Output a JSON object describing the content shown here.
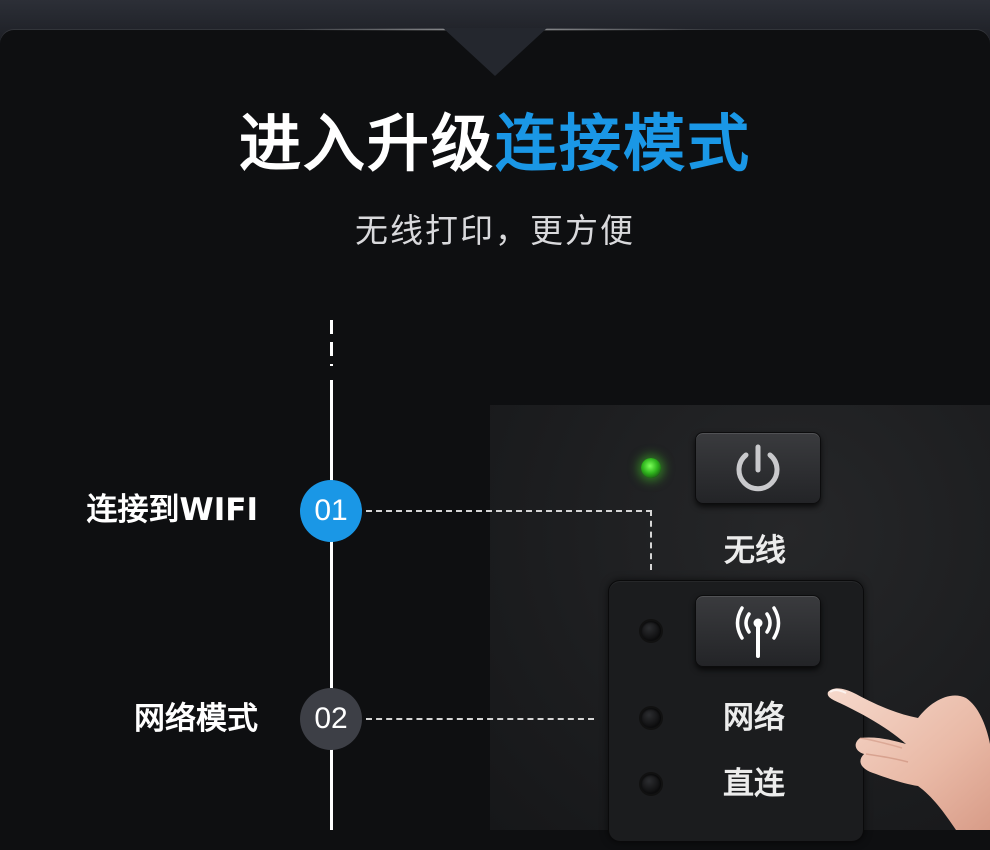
{
  "headline": {
    "part1": "进入升级",
    "part2": "连接模式"
  },
  "subtitle": "无线打印，更方便",
  "steps": [
    {
      "number": "01",
      "label": "连接到WIFI",
      "active": true
    },
    {
      "number": "02",
      "label": "网络模式",
      "active": false
    }
  ],
  "device_panel": {
    "power_label": "无线",
    "network_label": "网络",
    "direct_label": "直连"
  },
  "colors": {
    "accent": "#1a97e6",
    "background": "#0e0f11",
    "inactive_badge": "#3d3f46",
    "led_on": "#3fd62a"
  },
  "icons": [
    "power-icon",
    "wifi-antenna-icon",
    "pointing-hand-icon"
  ]
}
